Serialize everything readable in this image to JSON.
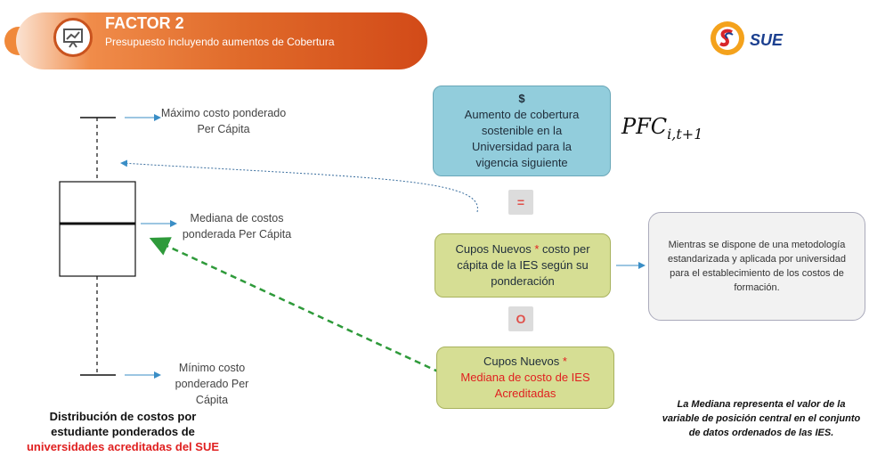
{
  "header": {
    "factor_title": "FACTOR 2",
    "factor_subtitle": "Presupuesto incluyendo aumentos de Cobertura",
    "icon": "chart-presentation-icon"
  },
  "logo": {
    "text": "SUE"
  },
  "boxplot": {
    "max_label": "Máximo costo ponderado Per Cápita",
    "median_label": "Mediana de costos ponderada Per Cápita",
    "min_label": "Mínimo costo ponderado Per Cápita",
    "caption_line1": "Distribución de costos por estudiante ponderados de",
    "caption_line2": "universidades acreditadas del SUE"
  },
  "formula_box": {
    "symbol": "$",
    "text": "Aumento de cobertura sostenible en la Universidad para la vigencia siguiente"
  },
  "formula": {
    "text": "PFCi,t+1"
  },
  "operators": {
    "equals": "=",
    "or": "O"
  },
  "option1": {
    "line1_prefix": "Cupos Nuevos ",
    "star": "*",
    "line1_suffix": " costo",
    "rest": "per cápita de la IES según su ponderación"
  },
  "option2": {
    "line1": "Cupos Nuevos ",
    "star": "*",
    "red_text": "Mediana de costo de IES Acreditadas"
  },
  "note_box": {
    "text": "Mientras se dispone de una metodología estandarizada y aplicada por universidad para el establecimiento de los costos de formación."
  },
  "median_note": {
    "text": "La Mediana representa el valor de la variable de posición central en el conjunto de datos ordenados de las IES."
  },
  "colors": {
    "blue_box": "#92cddc",
    "olive_box": "#d6de94",
    "accent_red": "#e02020",
    "banner": "#e06a2a"
  }
}
